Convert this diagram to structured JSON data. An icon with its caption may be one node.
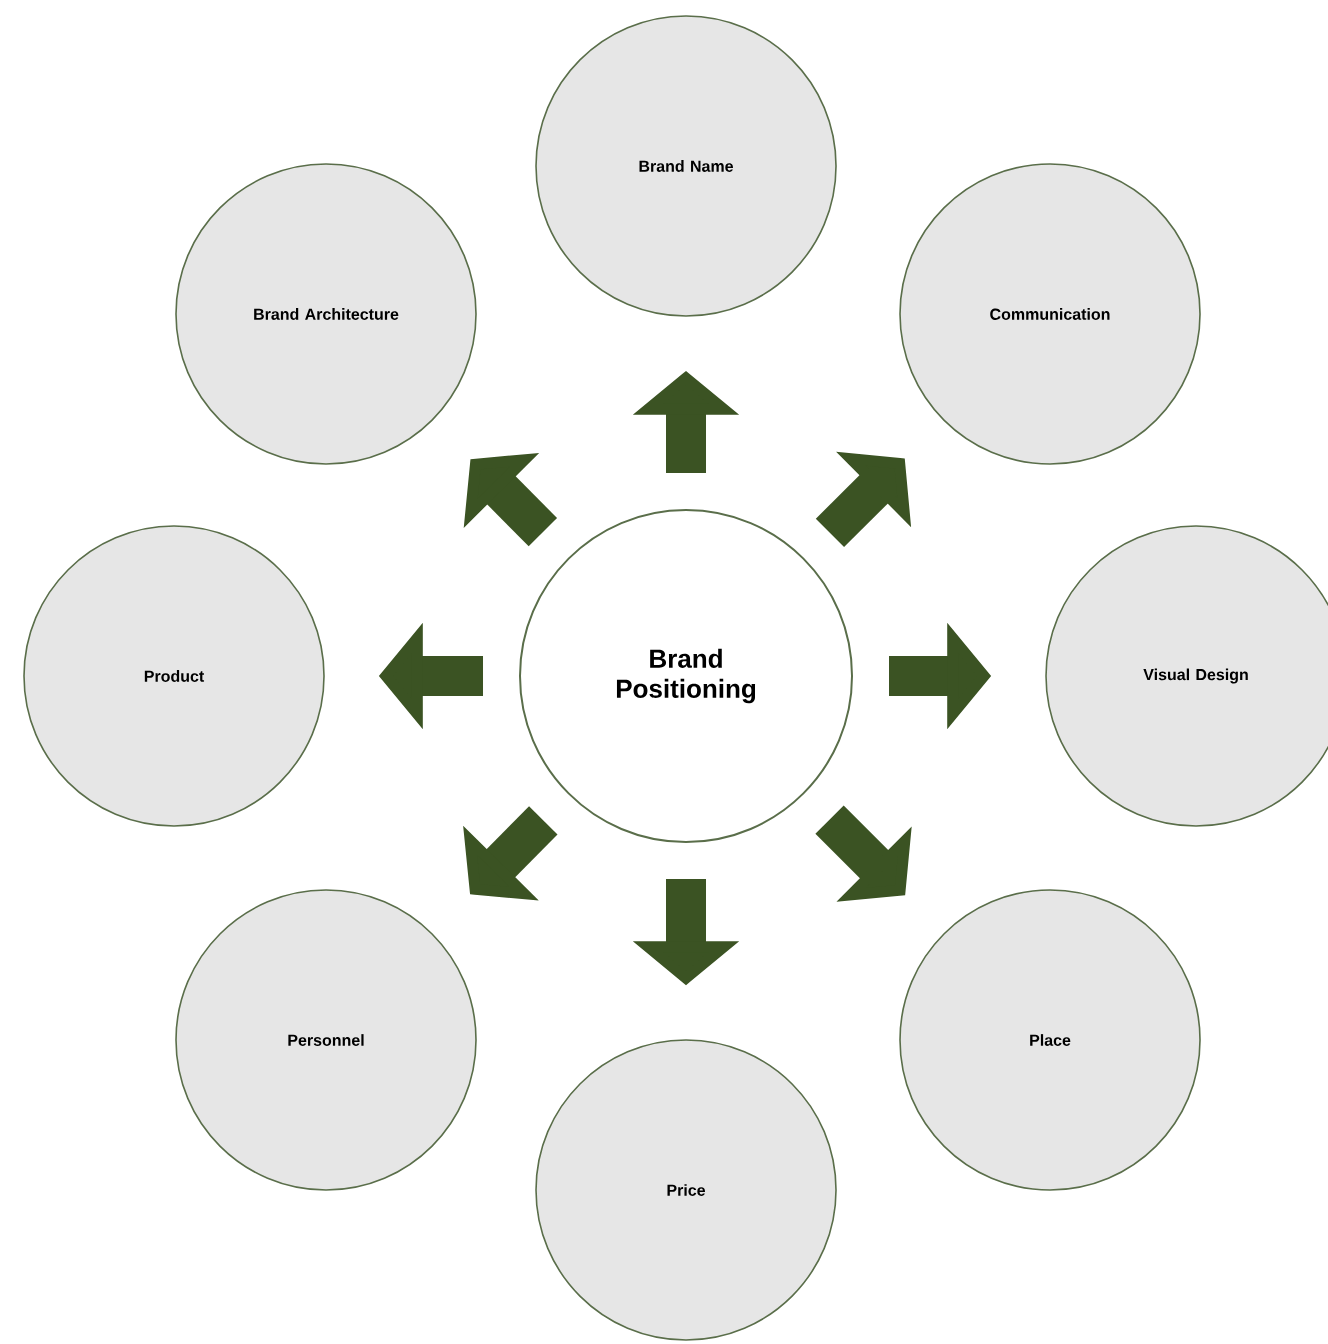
{
  "diagram": {
    "nodes": [
      {
        "text": [
          "Brand Positioning"
        ]
      },
      {
        "text": [
          "Brand Name"
        ]
      },
      {
        "text": [
          "Communication"
        ]
      },
      {
        "text": [
          "Visual Design"
        ]
      },
      {
        "text": [
          "Place"
        ]
      },
      {
        "text": [
          "Price"
        ]
      },
      {
        "text": [
          "Personnel"
        ]
      },
      {
        "text": [
          "Product"
        ]
      },
      {
        "text": [
          "Brand Architecture"
        ]
      }
    ],
    "edges": [
      {
        "from": 0,
        "to": 1,
        "arrow": "to"
      },
      {
        "from": 0,
        "to": 2,
        "arrow": "to"
      },
      {
        "from": 0,
        "to": 3,
        "arrow": "to"
      },
      {
        "from": 0,
        "to": 4,
        "arrow": "to"
      },
      {
        "from": 0,
        "to": 5,
        "arrow": "to"
      },
      {
        "from": 0,
        "to": 6,
        "arrow": "to"
      },
      {
        "from": 0,
        "to": 7,
        "arrow": "to"
      },
      {
        "from": 0,
        "to": 8,
        "arrow": "to"
      }
    ]
  }
}
